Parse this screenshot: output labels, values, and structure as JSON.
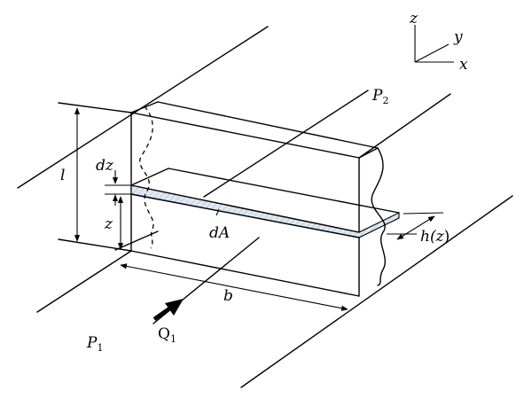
{
  "diagram": {
    "axes": {
      "z": "z",
      "y": "y",
      "x": "x"
    },
    "labels": {
      "p2": "P",
      "p2_sub": "2",
      "p1": "P",
      "p1_sub": "1",
      "q1": "Q",
      "q1_sub": "1",
      "l": "l",
      "dz": "dz",
      "z": "z",
      "dA": "dA",
      "b": "b",
      "h_open": "h(",
      "h_var": "z",
      "h_close": ")"
    },
    "colors": {
      "strip_fill": "#d9e6f2",
      "line": "#000000"
    }
  }
}
